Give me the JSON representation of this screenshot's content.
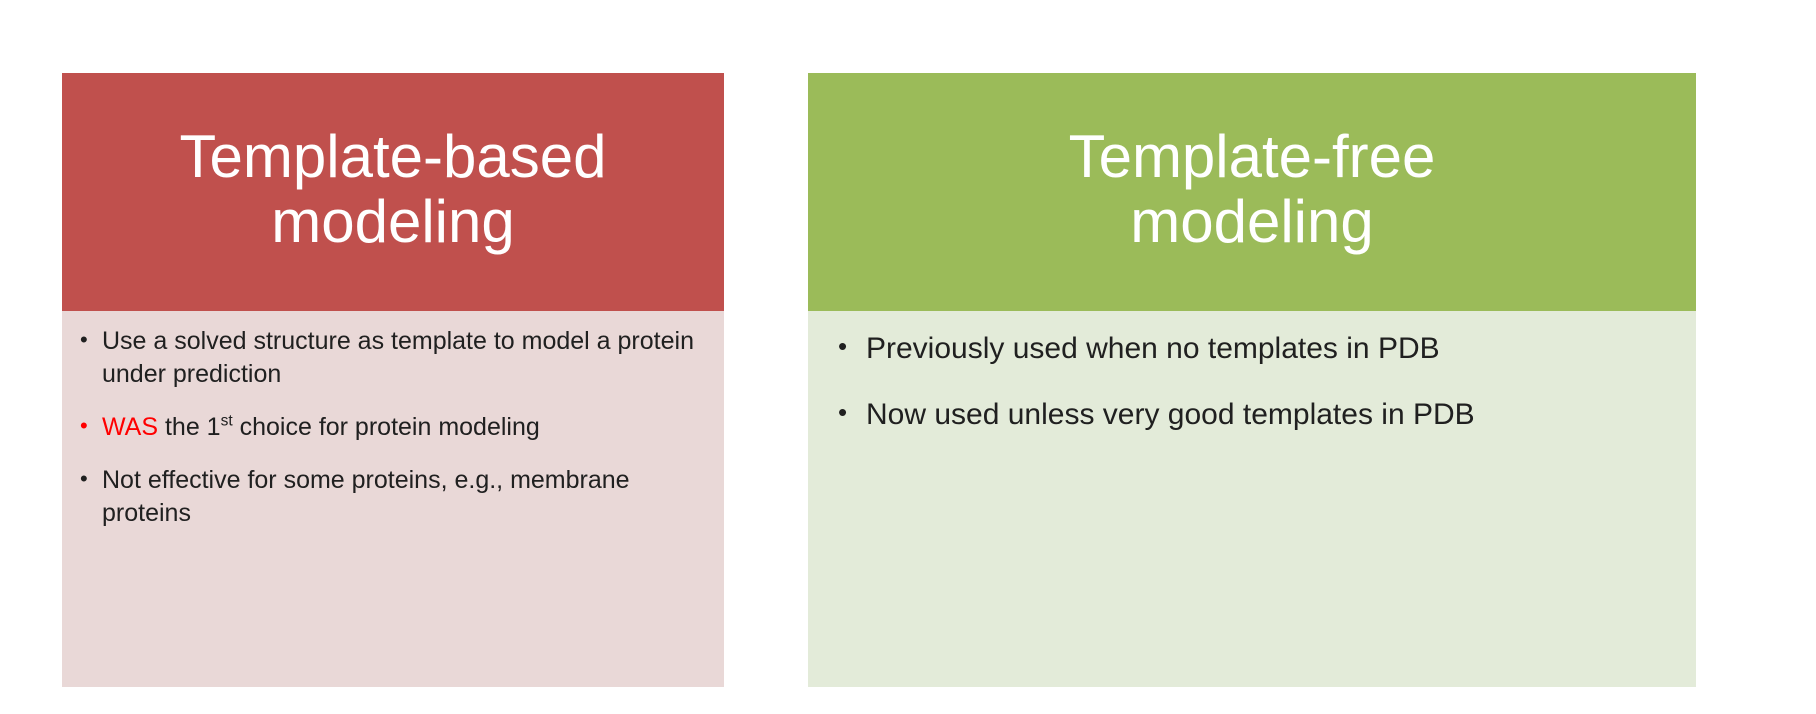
{
  "slide": {
    "background_color": "#ffffff",
    "panels": [
      {
        "id": "template-based",
        "header": {
          "title_line1": "Template-based",
          "title_line2": "modeling",
          "background_color": "#c0504d",
          "text_color": "#ffffff"
        },
        "body": {
          "background_color": "#e9d8d7",
          "text_color": "#202020",
          "bullets": [
            {
              "segments": [
                {
                  "text": "Use a solved structure as template to model a protein under prediction",
                  "style": "normal"
                }
              ]
            },
            {
              "accent_bullet": true,
              "segments": [
                {
                  "text": "WAS",
                  "style": "highlight-red"
                },
                {
                  "text": " the 1",
                  "style": "normal"
                },
                {
                  "text": "st",
                  "style": "superscript"
                },
                {
                  "text": " choice for protein modeling",
                  "style": "normal"
                }
              ]
            },
            {
              "segments": [
                {
                  "text": "Not effective for some proteins, e.g., membrane proteins",
                  "style": "normal"
                }
              ]
            }
          ]
        }
      },
      {
        "id": "template-free",
        "header": {
          "title_line1": "Template-free",
          "title_line2": "modeling",
          "background_color": "#9bbb59",
          "text_color": "#ffffff"
        },
        "body": {
          "background_color": "#e3ebd9",
          "text_color": "#202020",
          "bullets": [
            {
              "segments": [
                {
                  "text": "Previously used when no templates in PDB",
                  "style": "normal"
                }
              ]
            },
            {
              "segments": [
                {
                  "text": "Now used unless very good templates in PDB",
                  "style": "normal"
                }
              ]
            }
          ]
        }
      }
    ]
  },
  "colors": {
    "accent_red": "#c0504d",
    "accent_red_light": "#e9d8d7",
    "accent_green": "#9bbb59",
    "accent_green_light": "#e3ebd9",
    "highlight_red": "#ff0000",
    "body_text": "#202020",
    "header_text": "#ffffff"
  }
}
